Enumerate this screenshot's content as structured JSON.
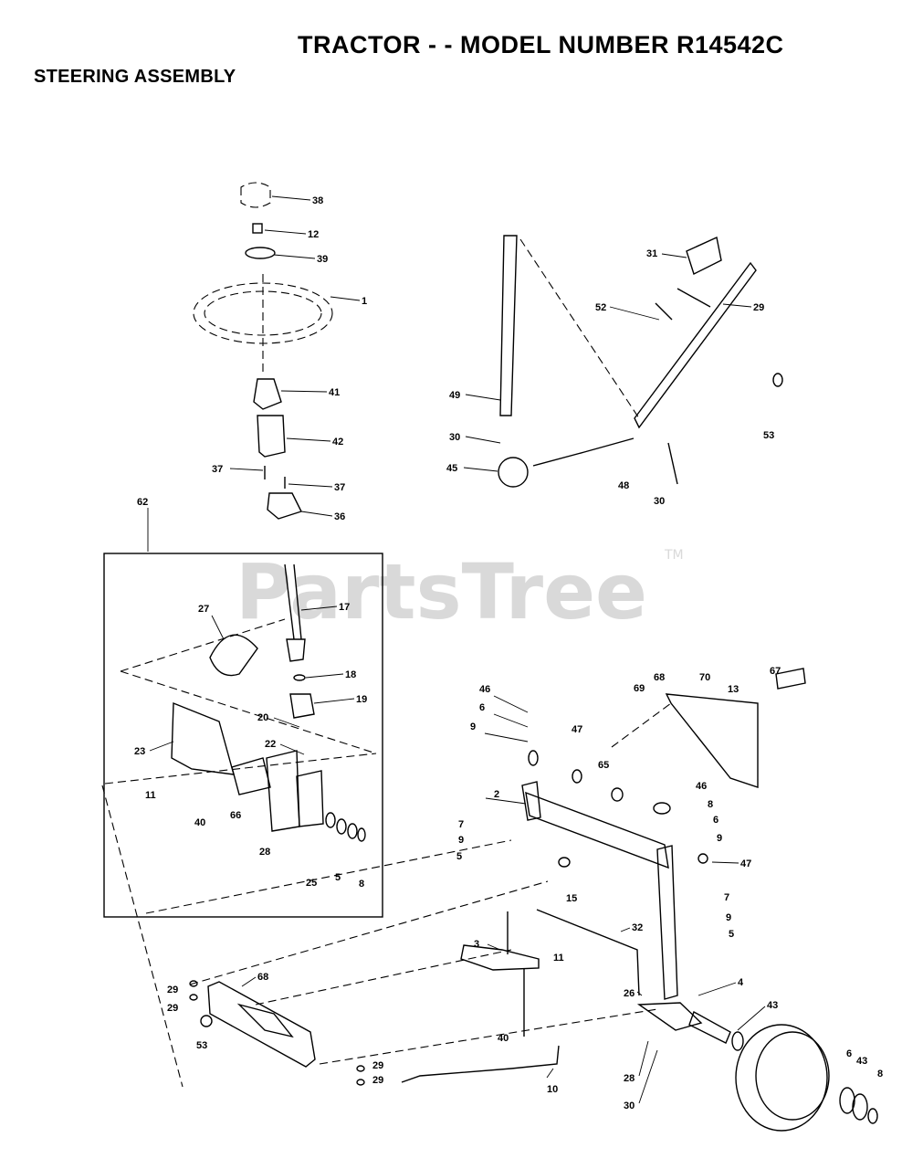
{
  "header": {
    "title": "TRACTOR - - MODEL NUMBER R14542C",
    "subtitle": "STEERING ASSEMBLY"
  },
  "watermark": {
    "text": "PartsTree",
    "trademark": "TM"
  },
  "callouts": [
    "38",
    "12",
    "39",
    "1",
    "41",
    "42",
    "37",
    "37",
    "36",
    "62",
    "17",
    "27",
    "18",
    "19",
    "20",
    "22",
    "23",
    "11",
    "40",
    "66",
    "28",
    "25",
    "5",
    "8",
    "52",
    "29",
    "31",
    "53",
    "49",
    "30",
    "45",
    "48",
    "30",
    "68",
    "70",
    "13",
    "67",
    "46",
    "6",
    "9",
    "47",
    "65",
    "69",
    "2",
    "7",
    "9",
    "5",
    "15",
    "46",
    "8",
    "6",
    "9",
    "47",
    "7",
    "9",
    "5",
    "3",
    "32",
    "11",
    "40",
    "4",
    "26",
    "28",
    "30",
    "43",
    "6",
    "43",
    "8",
    "68",
    "29",
    "29",
    "53",
    "29",
    "29",
    "10"
  ]
}
